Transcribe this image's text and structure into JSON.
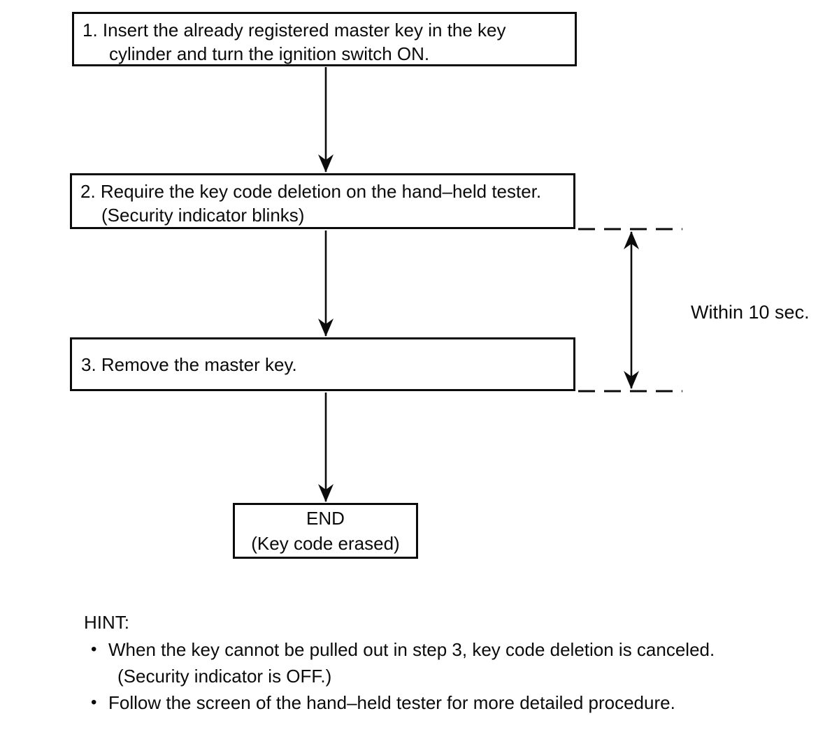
{
  "page": {
    "background": "#ffffff",
    "ink": "#0b0b0b"
  },
  "flow": {
    "steps": [
      {
        "name": "step-1",
        "lines": [
          "1. Insert the already registered master key in the key",
          "cylinder and turn the ignition switch ON."
        ]
      },
      {
        "name": "step-2",
        "lines": [
          "2. Require the key code deletion on the hand–held tester.",
          "(Security indicator blinks)"
        ]
      },
      {
        "name": "step-3",
        "lines": [
          "3. Remove the master key."
        ]
      },
      {
        "name": "end",
        "lines": [
          "END",
          "(Key code erased)"
        ]
      }
    ],
    "timing_label": "Within 10 sec."
  },
  "hint": {
    "title": "HINT:",
    "bullet": "•",
    "items": [
      {
        "lines": [
          "When the key cannot be pulled out in step 3, key code deletion is canceled.",
          "(Security indicator is OFF.)"
        ]
      },
      {
        "lines": [
          "Follow the screen of the hand–held tester for more detailed procedure."
        ]
      }
    ]
  }
}
